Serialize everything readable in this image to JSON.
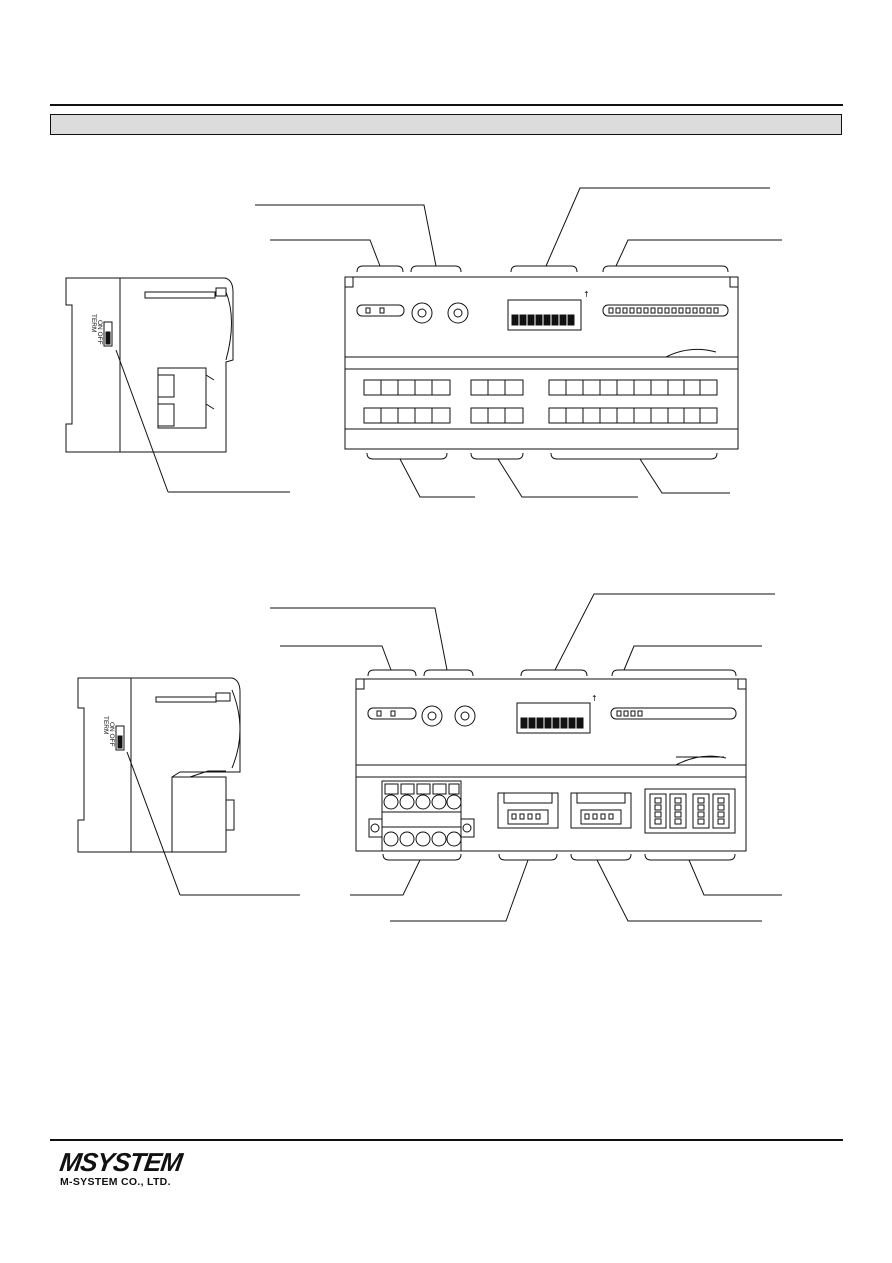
{
  "top_view": {
    "side_label_term": "TERM",
    "side_label_onoff": "ON OFF",
    "arrow_mark": "↑"
  },
  "bottom_view": {
    "side_label_term": "TERM",
    "side_label_onoff": "ON OFF",
    "arrow_mark": "↑"
  },
  "footer": {
    "logo_text": "MSYSTEM",
    "company": "M-SYSTEM CO., LTD."
  }
}
